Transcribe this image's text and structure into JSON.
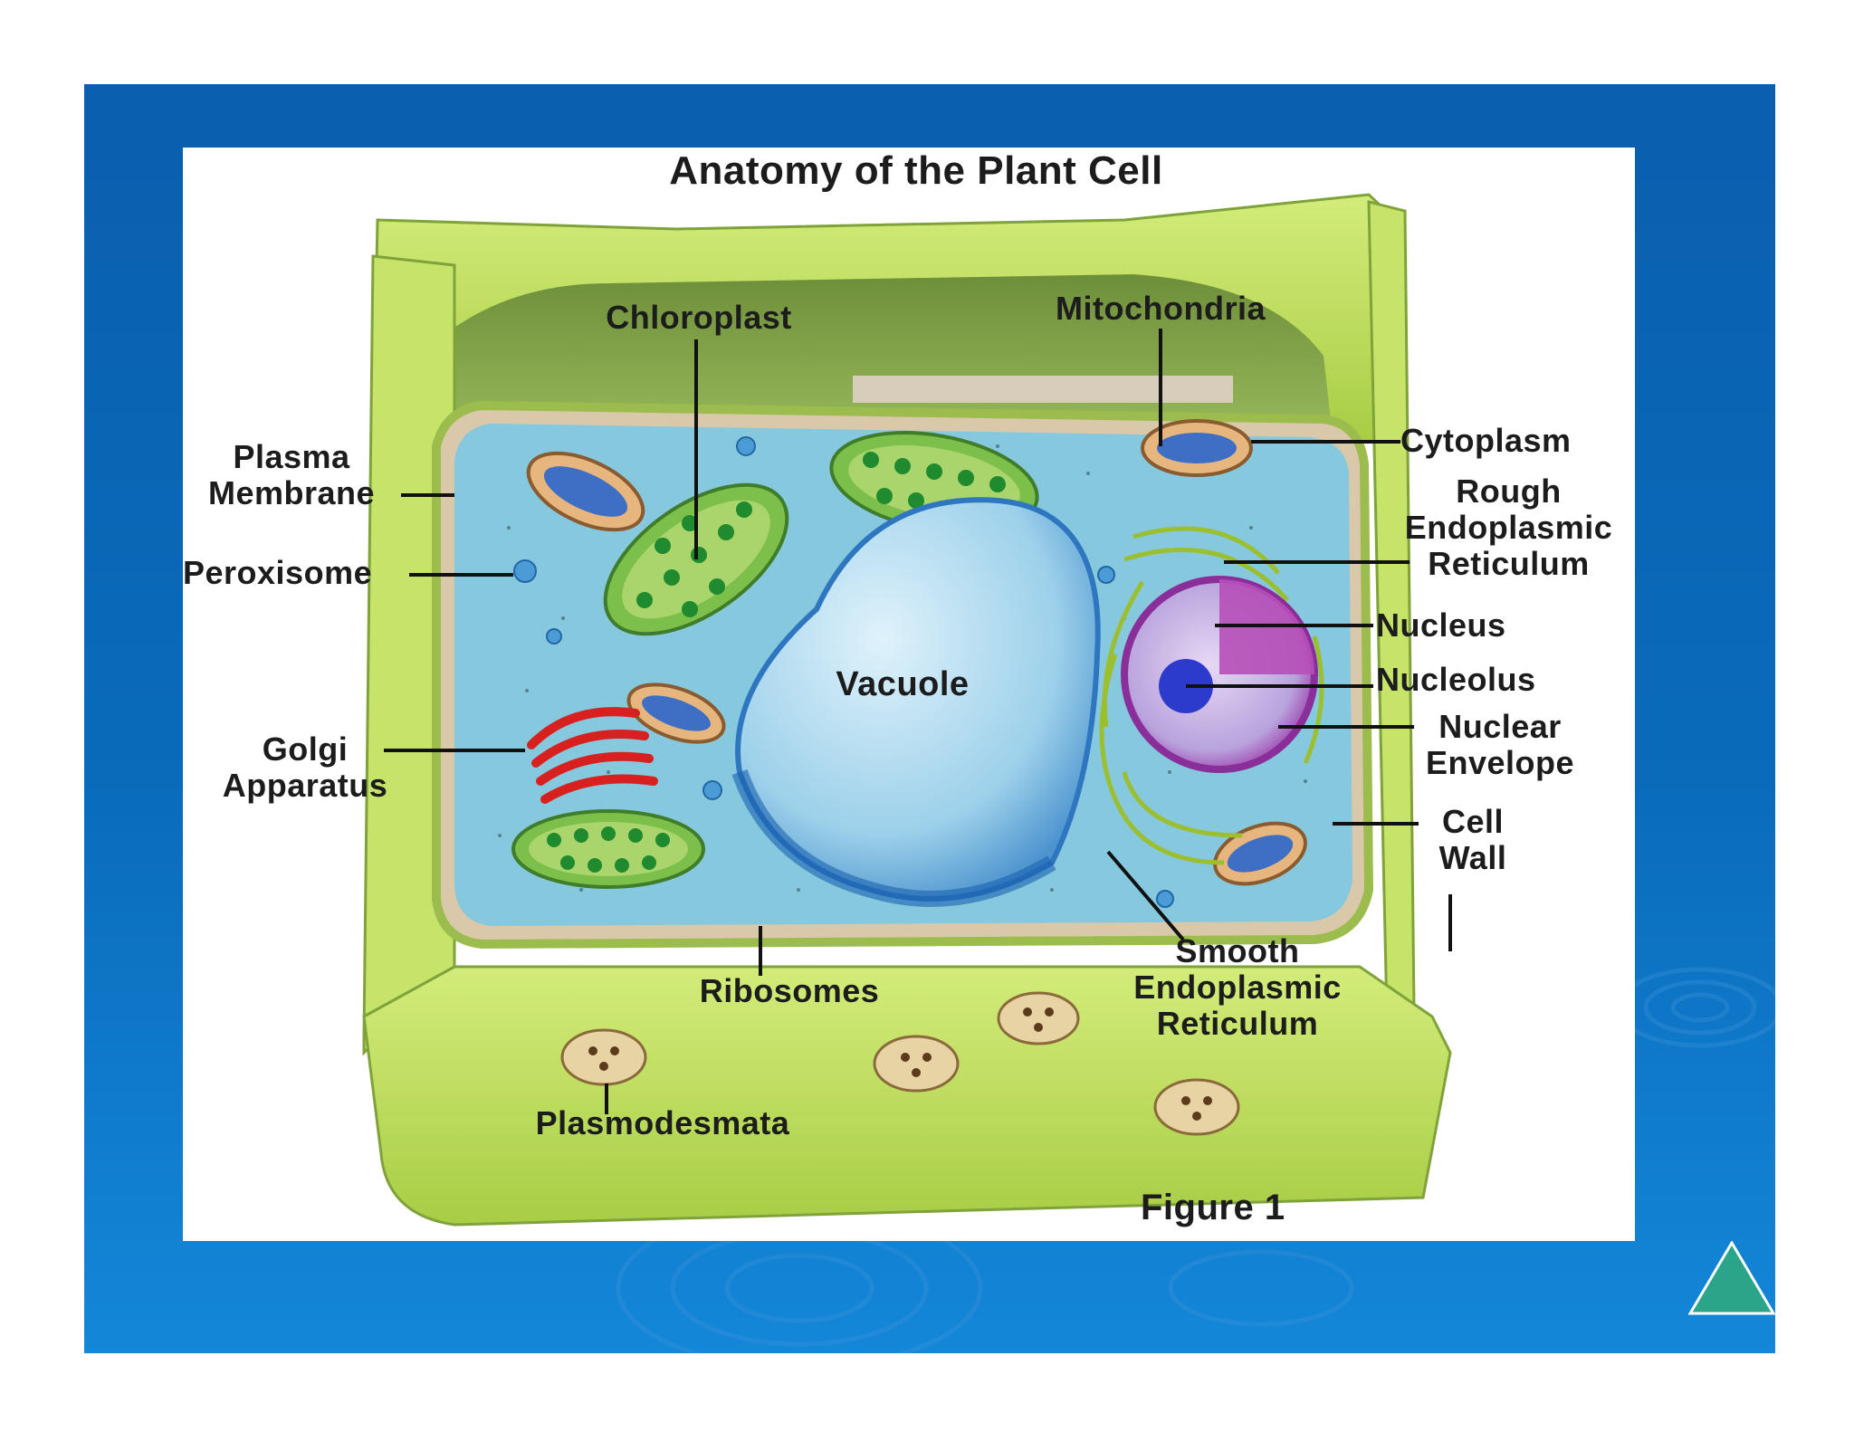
{
  "slide": {
    "figure": {
      "title": "Anatomy of the Plant Cell",
      "caption": "Figure 1",
      "labels": {
        "chloroplast": "Chloroplast",
        "mitochondria": "Mitochondria",
        "plasma_membrane": "Plasma\nMembrane",
        "cytoplasm": "Cytoplasm",
        "rough_er": "Rough\nEndoplasmic\nReticulum",
        "peroxisome": "Peroxisome",
        "nucleus": "Nucleus",
        "nucleolus": "Nucleolus",
        "vacuole": "Vacuole",
        "nuclear_envelope": "Nuclear\nEnvelope",
        "golgi": "Golgi\nApparatus",
        "cell_wall": "Cell\nWall",
        "smooth_er": "Smooth\nEndoplasmic\nReticulum",
        "ribosomes": "Ribosomes",
        "plasmodesmata": "Plasmodesmata"
      }
    },
    "nav_icon": "triangle-next-icon",
    "colors": {
      "background": "#0a62b0",
      "cell_wall": "#b4d84a",
      "cytoplasm": "#7ec4dc",
      "vacuole": "#9fd3ea",
      "nucleus": "#b06ac0",
      "golgi": "#d8201f",
      "nav_triangle": "#2aa58a"
    }
  }
}
